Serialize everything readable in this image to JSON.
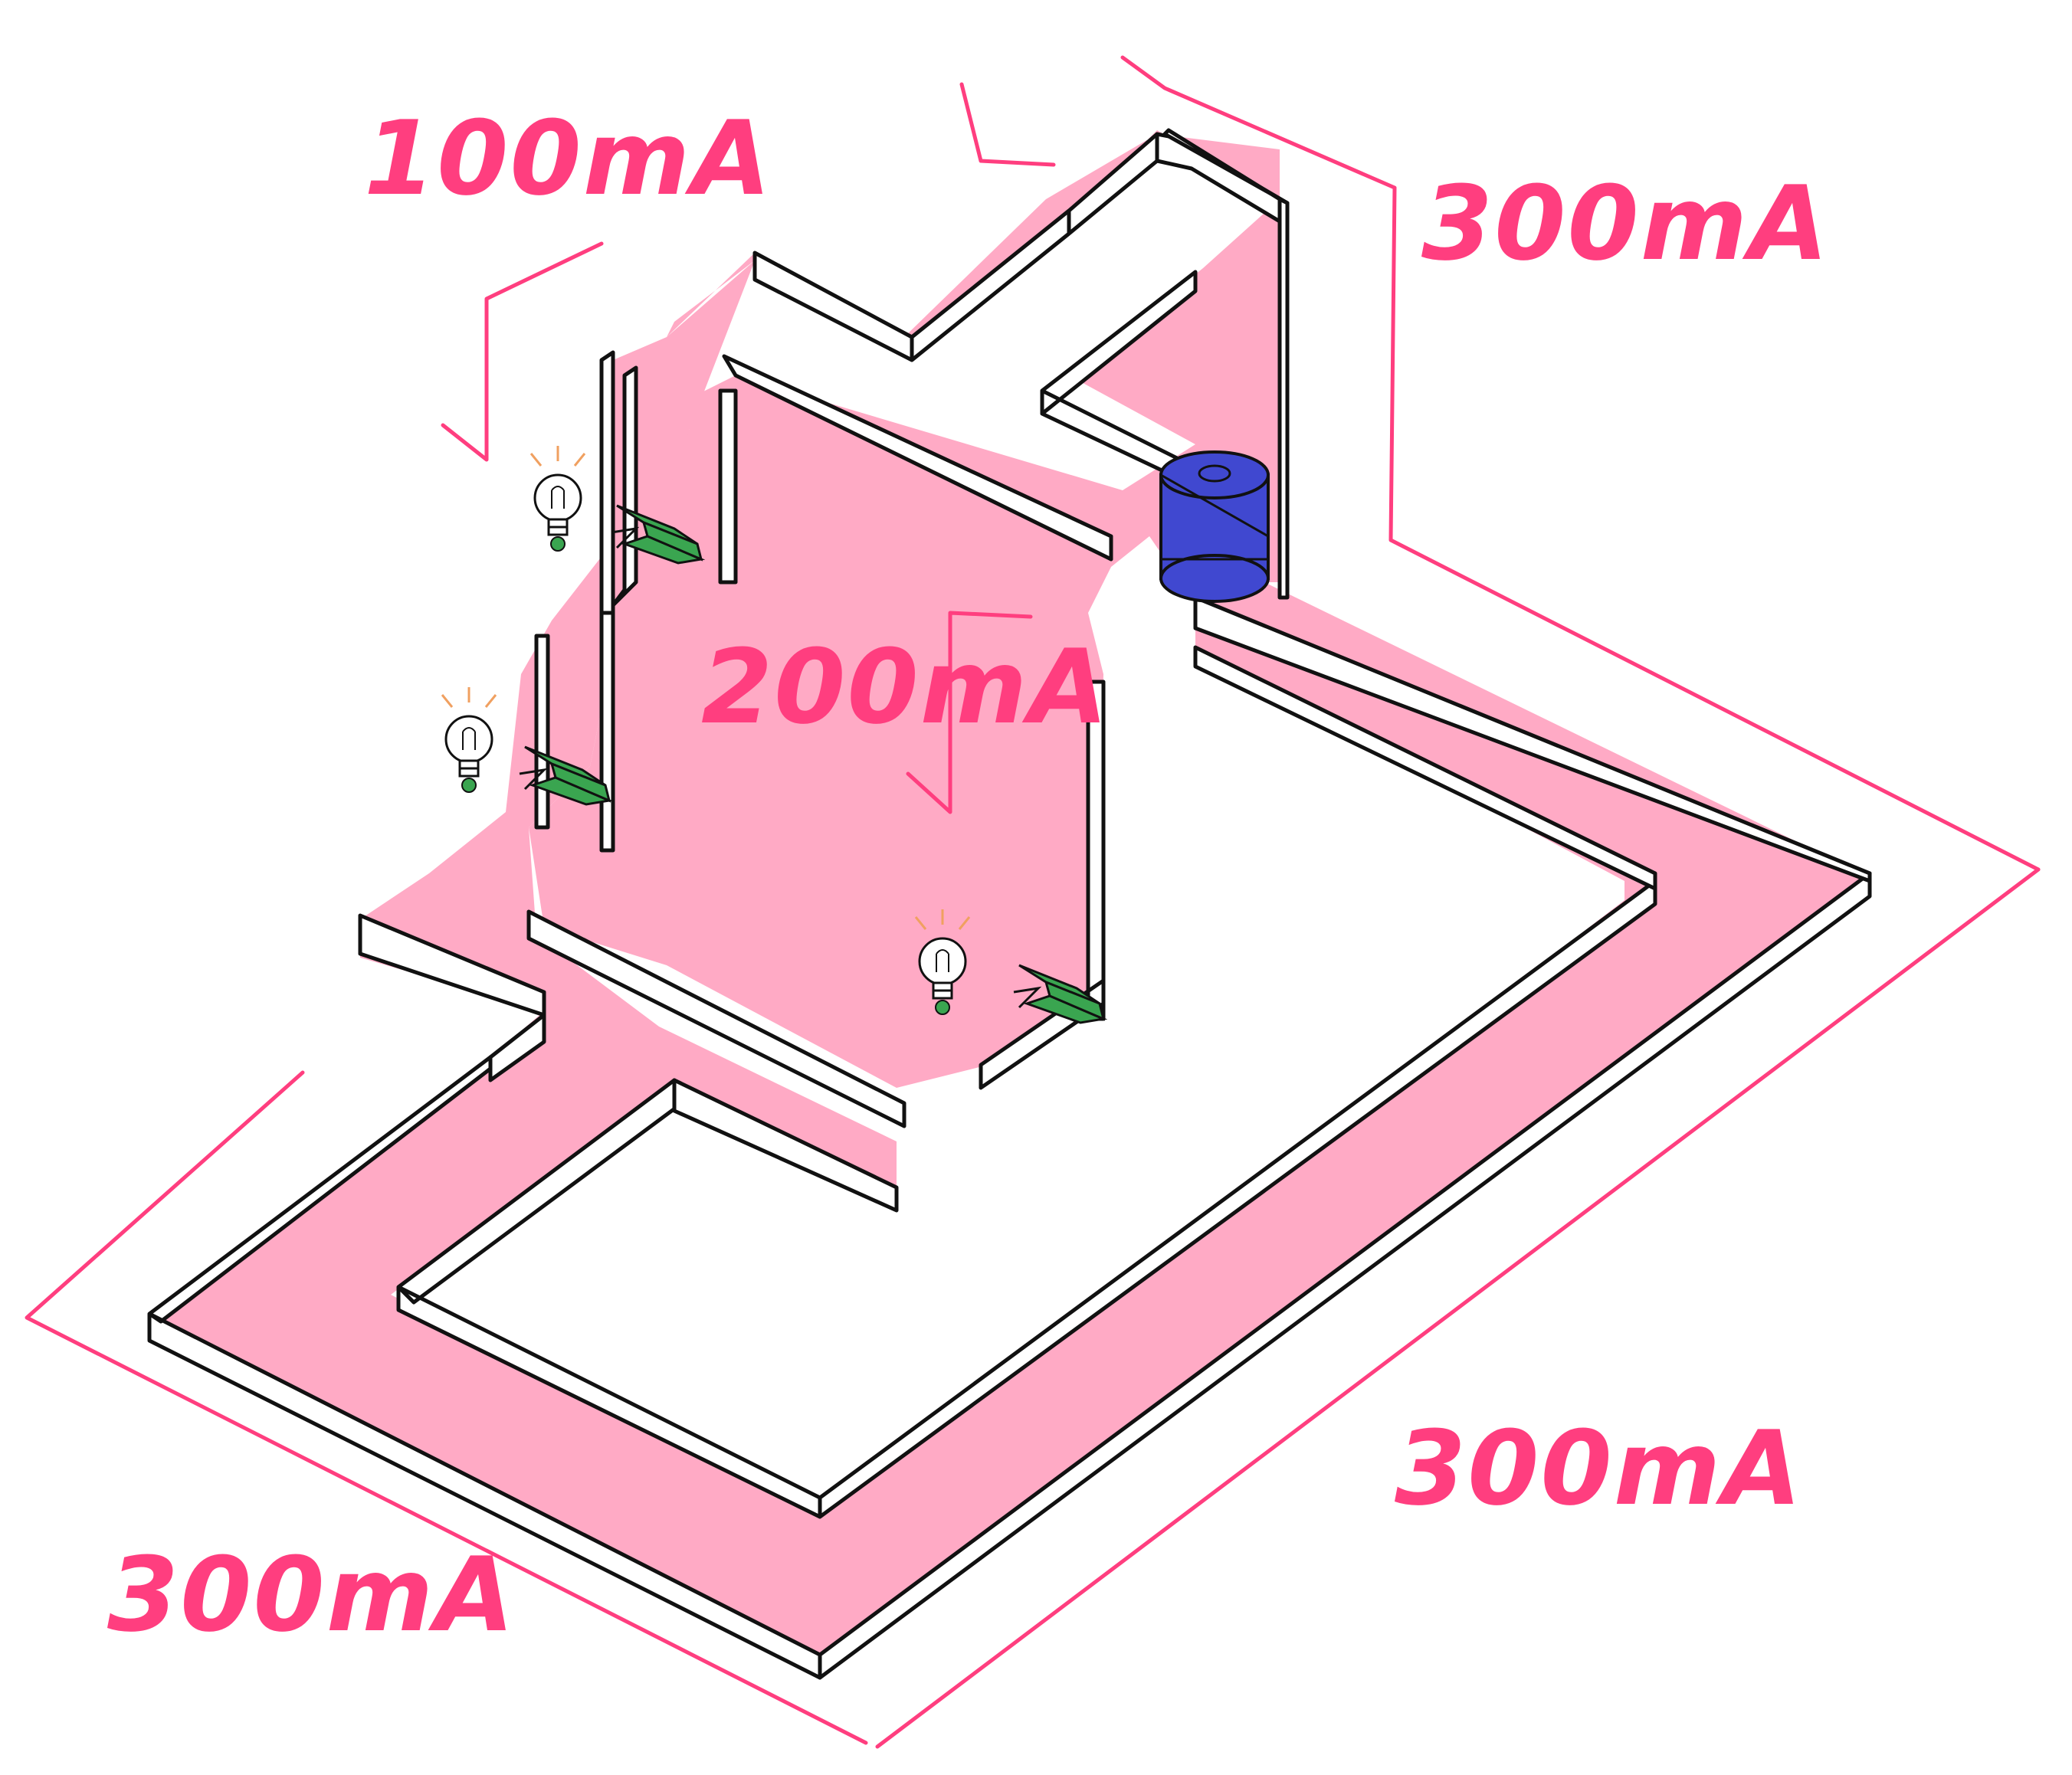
{
  "colors": {
    "track": "#ffaac5",
    "annotation": "#ff3e7f",
    "outline": "#111111",
    "battery": "#4048d0",
    "clip": "#3aa550",
    "bulb_glow": "#f0a060",
    "bulb_base": "#3aa550"
  },
  "labels": {
    "upper_branch_current": "100mA",
    "return_current": "300mA",
    "lower_branch_current": "200mA",
    "right_side_current": "300mA",
    "bottom_current": "300mA"
  },
  "components": {
    "battery_icon": "battery-cylinder",
    "bulb_icon": "light-bulb",
    "clip_icon": "crocodile-clip",
    "bulb_count": 3,
    "clip_count": 3
  }
}
